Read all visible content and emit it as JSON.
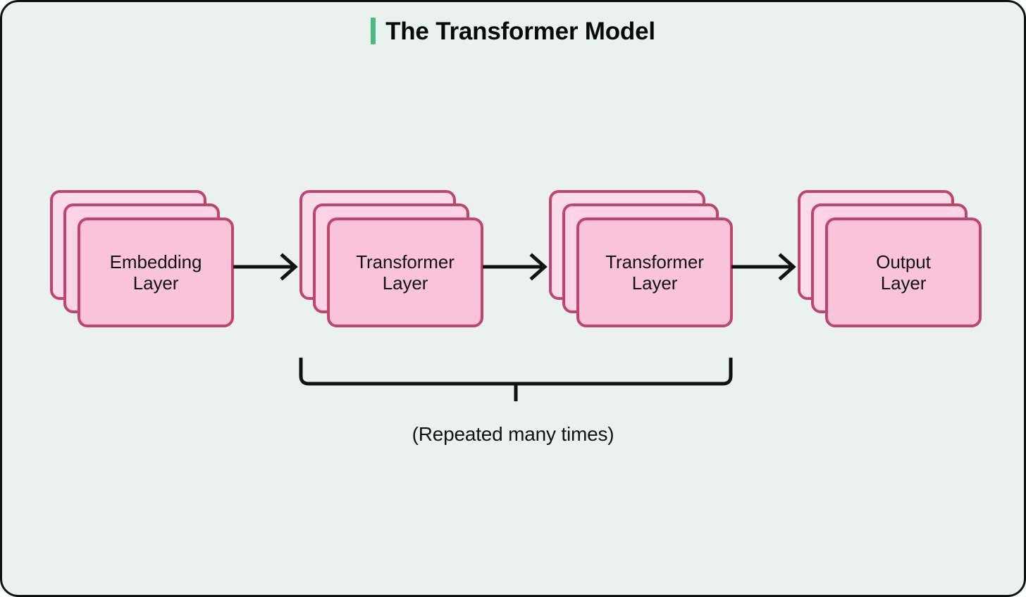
{
  "canvas": {
    "background_color": "#e9f2ef",
    "border_color": "#0d1117"
  },
  "title": {
    "text": "The Transformer Model",
    "accent_color": "#4cba80"
  },
  "diagram": {
    "type": "flow",
    "card_fill_front": "#f9c3da",
    "card_fill_mid": "#fbd3e4",
    "card_fill_back": "#fbdcea",
    "card_border": "#c2436b",
    "arrow_color": "#101214",
    "stacks": [
      {
        "id": "embedding-layer",
        "label": "Embedding\nLayer",
        "line1": "Embedding",
        "line2": "Layer",
        "cards": 3
      },
      {
        "id": "transformer-layer-1",
        "label": "Transformer\nLayer",
        "line1": "Transformer",
        "line2": "Layer",
        "cards": 3
      },
      {
        "id": "transformer-layer-2",
        "label": "Transformer\nLayer",
        "line1": "Transformer",
        "line2": "Layer",
        "cards": 3
      },
      {
        "id": "output-layer",
        "label": "Output\nLayer",
        "line1": "Output",
        "line2": "Layer",
        "cards": 3
      }
    ],
    "arrows": [
      {
        "from": "embedding-layer",
        "to": "transformer-layer-1"
      },
      {
        "from": "transformer-layer-1",
        "to": "transformer-layer-2"
      },
      {
        "from": "transformer-layer-2",
        "to": "output-layer"
      }
    ],
    "brace": {
      "caption": "(Repeated many times)",
      "spans": [
        "transformer-layer-1",
        "transformer-layer-2"
      ],
      "color": "#101214"
    }
  }
}
